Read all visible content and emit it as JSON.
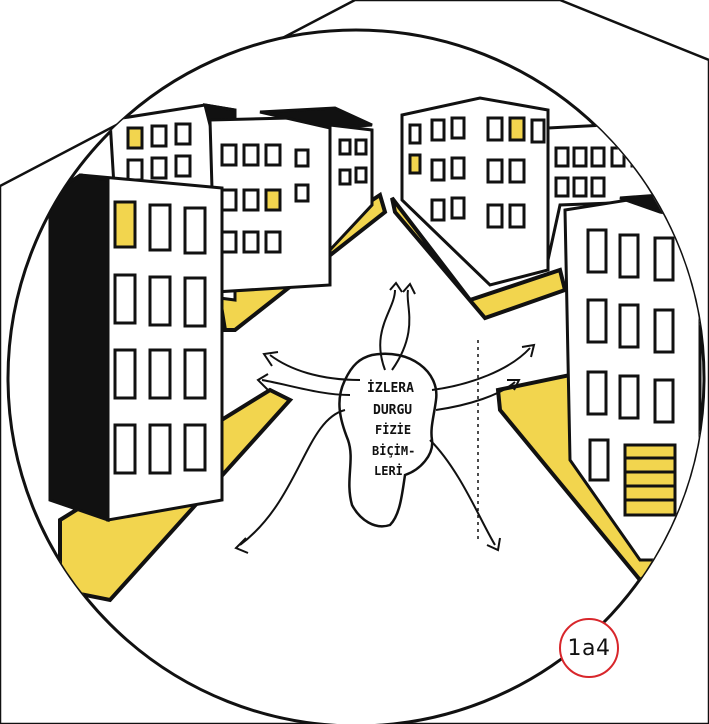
{
  "head_text": {
    "lines": [
      "İZLERA",
      "DURGU",
      "FİZİE",
      "BİÇİM-",
      "LERİ"
    ]
  },
  "page_number": "1a4",
  "colors": {
    "accent_yellow": "#f2d54e",
    "ink": "#111111",
    "badge_red": "#d8262b",
    "paper": "#ffffff"
  }
}
